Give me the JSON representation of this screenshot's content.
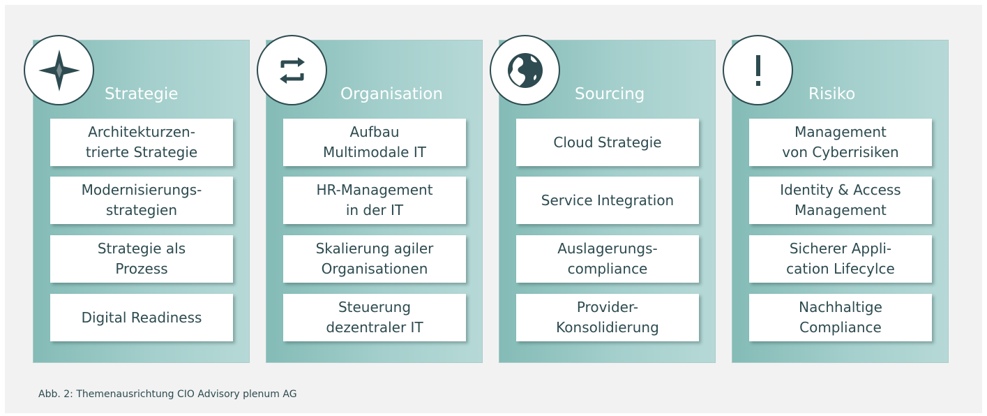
{
  "columns": [
    {
      "title": "Strategie",
      "icon": "compass-star-icon",
      "topics": [
        "Architekturzen-\ntrierte Strategie",
        "Modernisierungs-\nstrategien",
        "Strategie als\nProzess",
        "Digital Readiness"
      ]
    },
    {
      "title": "Organisation",
      "icon": "refresh-cycle-icon",
      "topics": [
        "Aufbau\nMultimodale IT",
        "HR-Management\nin der IT",
        "Skalierung agiler\nOrganisationen",
        "Steuerung\ndezentraler IT"
      ]
    },
    {
      "title": "Sourcing",
      "icon": "globe-icon",
      "topics": [
        "Cloud Strategie",
        "Service Integration",
        "Auslagerungs-\ncompliance",
        "Provider-\nKonsolidierung"
      ]
    },
    {
      "title": "Risiko",
      "icon": "exclamation-icon",
      "topics": [
        "Management\nvon Cyberrisiken",
        "Identity & Access\nManagement",
        "Sicherer Appli-\ncation Lifecylce",
        "Nachhaltige\nCompliance"
      ]
    }
  ],
  "caption": "Abb. 2: Themenausrichtung CIO Advisory plenum AG",
  "colors": {
    "column_gradient_start": "#84bbb6",
    "column_gradient_end": "#b6d9d7",
    "dark_text": "#2d4b50",
    "title_text": "#ffffff",
    "frame_background": "#f2f2f2"
  }
}
